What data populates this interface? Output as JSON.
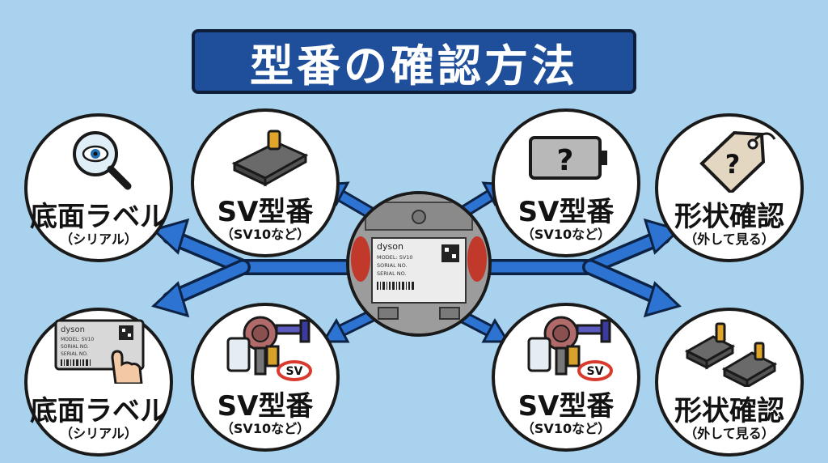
{
  "title": "型番の確認方法",
  "colors": {
    "background": "#a9d2ee",
    "title_fill": "#1f4f9b",
    "arrow_fill": "#2c73d2",
    "arrow_outline": "#0d2346",
    "sv_circle": "#d83a2e"
  },
  "center": {
    "brand": "dyson",
    "model_line": "MODEL: SV10",
    "serial_line_1": "SORIAL NO.",
    "serial_line_2": "SERIAL NO."
  },
  "nodes": {
    "top_left_1": {
      "label": "底面ラベル",
      "sub": "（シリアル）",
      "icon": "magnifier-icon"
    },
    "top_left_2": {
      "label": "SV型番",
      "sub": "（SV10など）",
      "icon": "battery-icon"
    },
    "top_right_1": {
      "label": "SV型番",
      "sub": "（SV10など）",
      "icon": "question-battery-icon"
    },
    "top_right_2": {
      "label": "形状確認",
      "sub": "（外して見る）",
      "icon": "question-tag-icon"
    },
    "bottom_left_1": {
      "label": "底面ラベル",
      "sub": "（シリアル）",
      "icon": "label-touch-icon",
      "brand": "dyson",
      "model": "MODEL: SV10",
      "serial_1": "SORIAL NO.",
      "serial_2": "SERIAL NO."
    },
    "bottom_left_2": {
      "label": "SV型番",
      "sub": "（SV10など）",
      "icon": "vacuum-sv-icon",
      "badge": "SV"
    },
    "bottom_right_1": {
      "label": "SV型番",
      "sub": "（SV10など）",
      "icon": "vacuum-sv-icon",
      "badge": "SV"
    },
    "bottom_right_2": {
      "label": "形状確認",
      "sub": "（外して見る）",
      "icon": "two-batteries-icon"
    }
  }
}
